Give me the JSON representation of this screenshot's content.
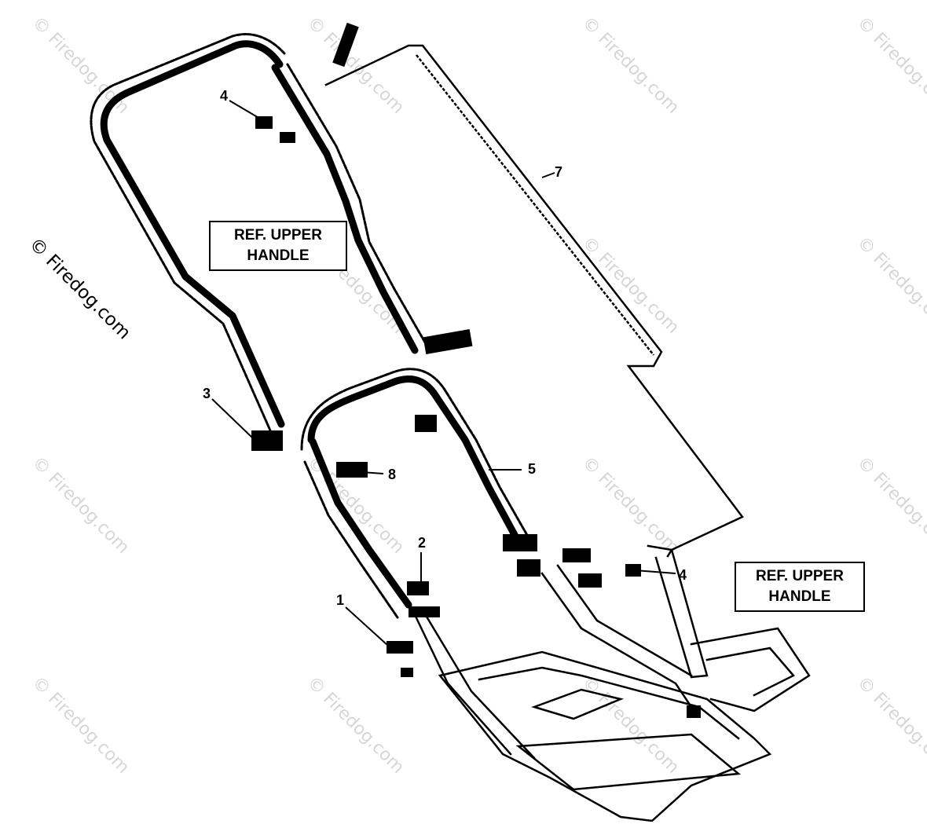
{
  "watermark": {
    "text": "© Firedog.com"
  },
  "callouts": {
    "c1": "1",
    "c2": "2",
    "c3": "3",
    "c4_top": "4",
    "c4_bottom": "4",
    "c5": "5",
    "c7": "7",
    "c8": "8"
  },
  "ref_labels": {
    "left": {
      "line1": "REF. UPPER",
      "line2": "HANDLE"
    },
    "right": {
      "line1": "REF. UPPER",
      "line2": "HANDLE"
    }
  },
  "colors": {
    "ink": "#000000",
    "watermark": "#d6d6d6",
    "background": "#ffffff"
  }
}
